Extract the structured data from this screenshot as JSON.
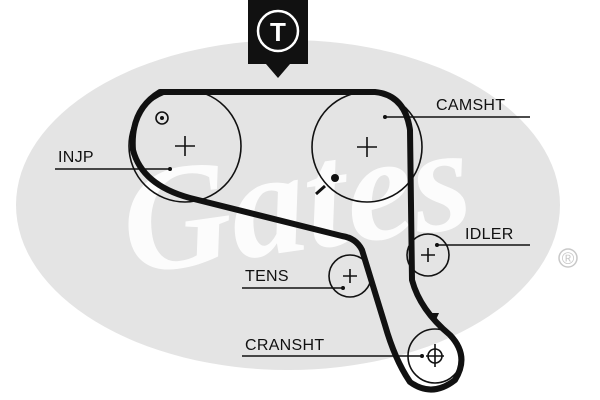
{
  "diagram": {
    "marker_top": "T",
    "labels": {
      "injp": "INJP",
      "camsht": "CAMSHT",
      "idler": "IDLER",
      "tens": "TENS",
      "cransht": "CRANSHT"
    },
    "watermark": {
      "brand": "Gates",
      "registered": "®"
    },
    "colors": {
      "belt": "#111111",
      "watermark_oval": "#e4e4e4",
      "marker": "#111111"
    }
  }
}
